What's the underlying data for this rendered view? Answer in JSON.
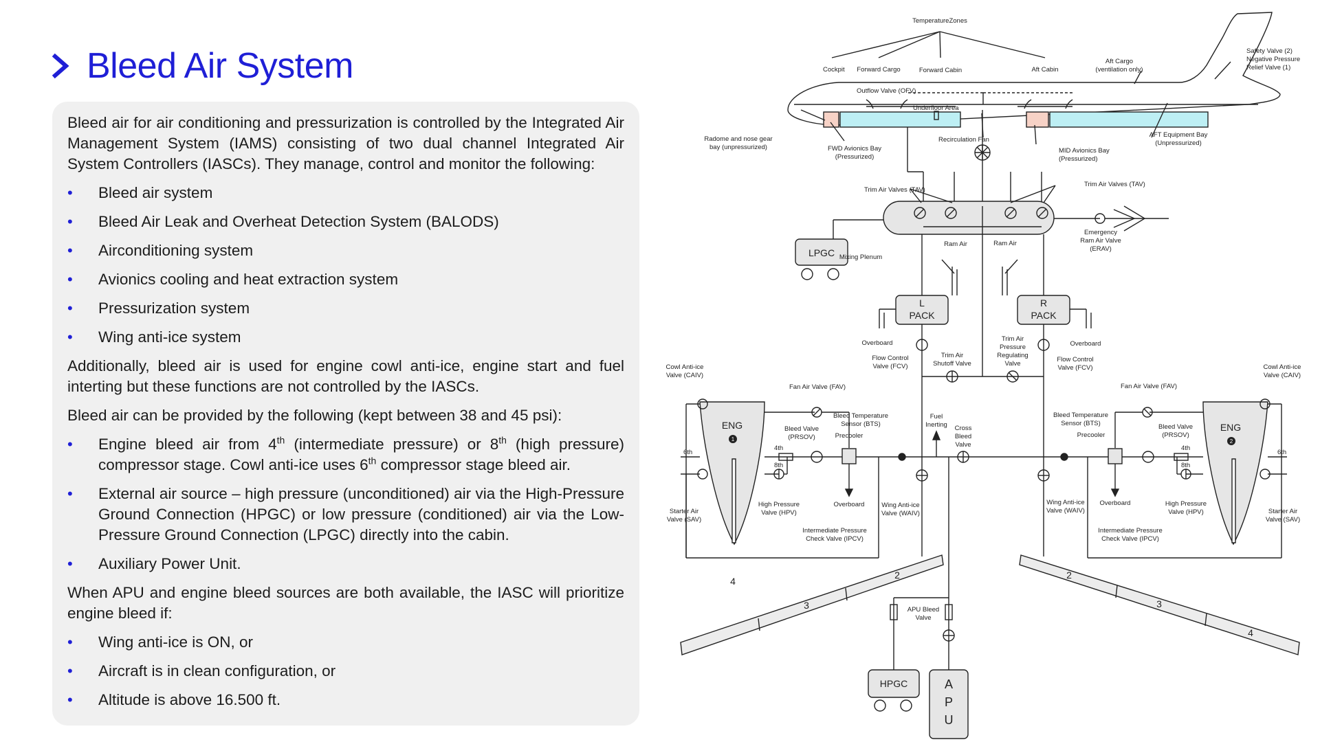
{
  "header": {
    "title": "Bleed Air System"
  },
  "text": {
    "intro": "Bleed air for air conditioning and pressurization is controlled by the Integrated Air Management System (IAMS) consisting of two dual channel Integrated Air System Controllers (IASCs). They manage, control and monitor the following:",
    "managed_systems": [
      "Bleed air system",
      "Bleed Air Leak and Overheat Detection System (BALODS)",
      "Airconditioning system",
      "Avionics cooling and heat extraction system",
      "Pressurization system",
      "Wing anti-ice system"
    ],
    "additional": "Additionally, bleed air is used for engine cowl anti-ice, engine start and fuel interting but these functions are not controlled by the IASCs.",
    "sources_intro": "Bleed air can be provided by the following (kept between 38 and 45 psi):",
    "source_engine": {
      "p1": "Engine bleed air from 4",
      "sup1": "th",
      "p2": " (intermediate pressure) or 8",
      "sup2": "th",
      "p3": " (high pressure) compressor stage. Cowl anti-ice uses 6",
      "sup3": "th",
      "p4": " compressor stage bleed air."
    },
    "source_external": "External air source – high pressure (unconditioned) air via the High-Pressure Ground Connection (HPGC) or low pressure (conditioned) air via the Low-Pressure Ground Connection (LPGC) directly into the cabin.",
    "source_apu": "Auxiliary Power Unit.",
    "priority_intro": "When APU and engine bleed sources are both available, the IASC will prioritize engine bleed if:",
    "priority_conditions": [
      "Wing anti-ice is ON, or",
      "Aircraft is in clean configuration, or",
      "Altitude is above 16.500 ft."
    ]
  },
  "diagram": {
    "temperature_zones": "TemperatureZones",
    "cockpit": "Cockpit",
    "forward_cargo": "Forward Cargo",
    "forward_cabin": "Forward Cabin",
    "aft_cabin": "Aft Cabin",
    "aft_cargo_1": "Aft Cargo",
    "aft_cargo_2": "(ventilation only)",
    "safety_valve_1": "Safety Valve (2)",
    "safety_valve_2": "Negative Pressure",
    "safety_valve_3": "Relief Valve (1)",
    "outflow_valve": "Outflow Valve (OFV)",
    "underfloor_area": "Underfloor Area",
    "radome_1": "Radome and nose gear",
    "radome_2": "bay (unpressurized)",
    "fwd_avionics_1": "FWD Avionics Bay",
    "fwd_avionics_2": "(Pressurized)",
    "recirculation_fan": "Recirculation Fan",
    "mid_avionics_1": "MID Avionics Bay",
    "mid_avionics_2": "(Pressurized)",
    "aft_equipment_1": "AFT Equipment Bay",
    "aft_equipment_2": "(Unpressurized)",
    "trim_air_valves_left": "Trim Air Valves (TAV)",
    "trim_air_valves_right": "Trim Air Valves (TAV)",
    "lpgc": "LPGC",
    "mixing_plenum": "Mixing Plenum",
    "ram_air_left": "Ram Air",
    "ram_air_right": "Ram Air",
    "erav_1": "Emergency",
    "erav_2": "Ram Air Valve",
    "erav_3": "(ERAV)",
    "l_pack_1": "L",
    "l_pack_2": "PACK",
    "r_pack_1": "R",
    "r_pack_2": "PACK",
    "overboard_l": "Overboard",
    "overboard_r": "Overboard",
    "fcv_l_1": "Flow Control",
    "fcv_l_2": "Valve (FCV)",
    "fcv_r_1": "Flow Control",
    "fcv_r_2": "Valve (FCV)",
    "tasv_1": "Trim Air",
    "tasv_2": "Shutoff Valve",
    "taprv_1": "Trim Air",
    "taprv_2": "Pressure",
    "taprv_3": "Regulating",
    "taprv_4": "Valve",
    "caiv_l_1": "Cowl Anti-ice",
    "caiv_l_2": "Valve (CAIV)",
    "caiv_r_1": "Cowl Anti-ice",
    "caiv_r_2": "Valve (CAIV)",
    "fav_l": "Fan Air Valve (FAV)",
    "fav_r": "Fan Air Valve (FAV)",
    "eng_l": "ENG",
    "eng_l_num": "1",
    "eng_r": "ENG",
    "eng_r_num": "2",
    "prsov_l_1": "Bleed Valve",
    "prsov_l_2": "(PRSOV)",
    "prsov_r_1": "Bleed Valve",
    "prsov_r_2": "(PRSOV)",
    "bts_l_1": "Bleed Temperature",
    "bts_l_2": "Sensor (BTS)",
    "bts_r_1": "Bleed Temperature",
    "bts_r_2": "Sensor (BTS)",
    "precooler_l": "Precooler",
    "precooler_r": "Precooler",
    "fuel_inerting_1": "Fuel",
    "fuel_inerting_2": "Inerting",
    "cross_bleed_1": "Cross",
    "cross_bleed_2": "Bleed",
    "cross_bleed_3": "Valve",
    "stage_6th_l": "6th",
    "stage_4th_l": "4th",
    "stage_8th_l": "8th",
    "stage_6th_r": "6th",
    "stage_4th_r": "4th",
    "stage_8th_r": "8th",
    "sav_l_1": "Starter Air",
    "sav_l_2": "Valve (SAV)",
    "sav_r_1": "Starter Air",
    "sav_r_2": "Valve (SAV)",
    "hpv_l_1": "High Pressure",
    "hpv_l_2": "Valve (HPV)",
    "hpv_r_1": "High Pressure",
    "hpv_r_2": "Valve (HPV)",
    "overboard_lower_l": "Overboard",
    "overboard_lower_r": "Overboard",
    "waiv_l_1": "Wing Anti-ice",
    "waiv_l_2": "Valve (WAIV)",
    "waiv_r_1": "Wing Anti-ice",
    "waiv_r_2": "Valve (WAIV)",
    "ipcv_l_1": "Intermediate Pressure",
    "ipcv_l_2": "Check Valve (IPCV)",
    "ipcv_r_1": "Intermediate Pressure",
    "ipcv_r_2": "Check Valve (IPCV)",
    "wing_l_2": "2",
    "wing_l_3": "3",
    "wing_l_4": "4",
    "wing_r_2": "2",
    "wing_r_3": "3",
    "wing_r_4": "4",
    "apu_bleed_1": "APU Bleed",
    "apu_bleed_2": "Valve",
    "hpgc": "HPGC",
    "apu_a": "A",
    "apu_p": "P",
    "apu_u": "U"
  },
  "colors": {
    "accent": "#1f1fd6",
    "panel": "#f0f0f0",
    "cabin_zone": "#bdeff4",
    "avionics_zone": "#f7d2c6"
  }
}
